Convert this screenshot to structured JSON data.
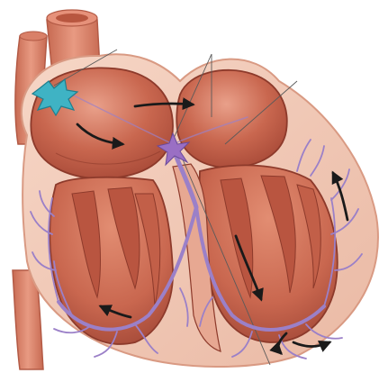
{
  "figure": {
    "structures": [
      "aorta",
      "superior-vena-cava",
      "right-atrium",
      "left-atrium",
      "right-ventricle",
      "left-ventricle",
      "interventricular-septum",
      "sinoatrial-node",
      "atrioventricular-node",
      "bundle-of-his",
      "bundle-branches",
      "purkinje-fibers"
    ],
    "arrows": [
      "sa-node-to-av-node",
      "atrium-to-av-node",
      "septum-down",
      "apex-curve",
      "left-wall-up",
      "right-wall-up"
    ],
    "colors": {
      "background": "#ffffff",
      "outer-wall": "#f2c9b6",
      "outer-wall-edge": "#d99a83",
      "chamber-fill": "#c9674f",
      "chamber-highlight": "#e28d72",
      "chamber-shadow": "#a84a38",
      "muscle-line": "#8d3a2b",
      "vessel": "#d98068",
      "vessel-dark": "#b35a45",
      "sa-node": "#3fb3c4",
      "av-node": "#9a6fc4",
      "conduction-fiber": "#9b80c8",
      "arrow": "#1a1a1a",
      "guide-line": "#5a5a5a"
    }
  }
}
